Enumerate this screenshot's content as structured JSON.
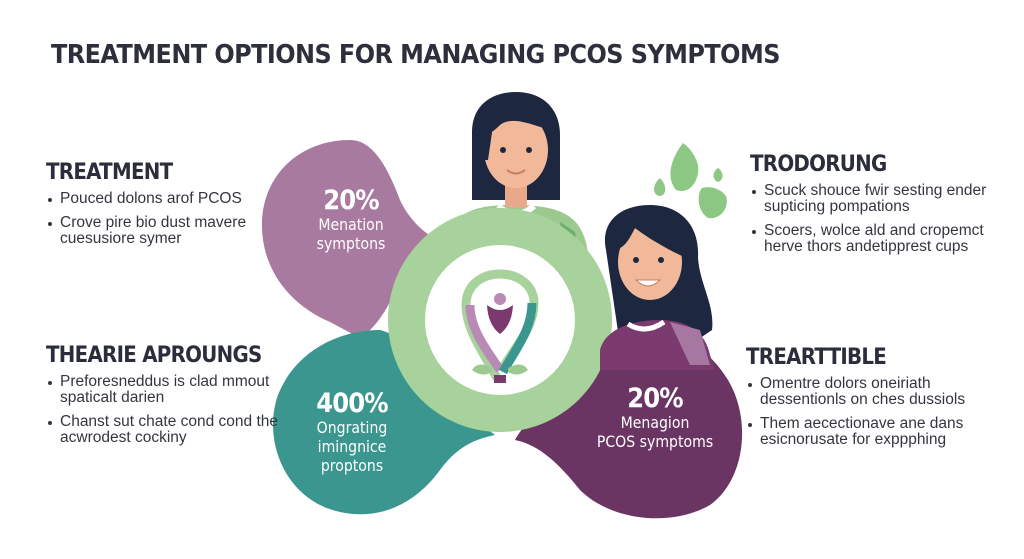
{
  "title": "TREATMENT OPTIONS FOR MANAGING PCOS SYMPTOMS",
  "colors": {
    "mauve": "#a97a9f",
    "teal": "#3a968e",
    "plum": "#6b3563",
    "light_green": "#a8d29c",
    "hair": "#1e2740",
    "skin": "#f2b89a"
  },
  "sections": {
    "left_top": {
      "heading": "TREATMENT",
      "bullets": [
        "Pouced dolons arof PCOS",
        "Crove pire bio dust mavere cuesusiore symer"
      ]
    },
    "left_bottom": {
      "heading": "THEARIE APROUNGS",
      "bullets": [
        "Preforesneddus is clad mmout spaticalt darien",
        "Chanst sut chate cond cond the acwrodest cockiny"
      ]
    },
    "right_top": {
      "heading": "TRODORUNG",
      "bullets": [
        "Scuck shouce fwir sesting ender supticing pompations",
        "Scoers, wolce ald and cropemct herve thors andetipprest cups"
      ]
    },
    "right_bottom": {
      "heading": "TREARTTIBLE",
      "bullets": [
        "Omentre dolors oneiriath dessentionls on ches dussiols",
        "Them aecectionave ane dans esicnorusate for exppphing"
      ]
    }
  },
  "stats": {
    "pink": {
      "value": "20%",
      "label": [
        "Menation",
        "symptons"
      ]
    },
    "teal": {
      "value": "400%",
      "label": [
        "Ongrating",
        "imingnice",
        "proptons"
      ]
    },
    "purple": {
      "value": "20%",
      "label": [
        "Menagion",
        "PCOS symptoms"
      ]
    }
  },
  "icons": {
    "center": "pcos-awareness-ribbon-icon",
    "leaves": "leaf-icon",
    "people": [
      "woman-illustration",
      "smiling-woman-illustration"
    ]
  }
}
